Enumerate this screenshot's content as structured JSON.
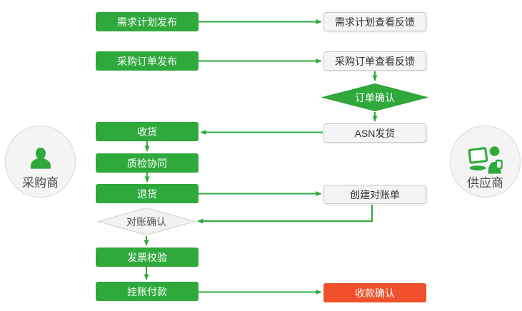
{
  "palette": {
    "green": "#2FA93C",
    "red": "#F0502B",
    "box_bg": "#F4F4F4",
    "box_border": "#C9C9C9",
    "text_dark": "#333333",
    "circle_bg": "#F4F4F4",
    "circle_border": "#D8D8D8",
    "actor_text": "#4A4A4A"
  },
  "actors": {
    "buyer": {
      "label": "采购商",
      "icon": "person-icon"
    },
    "supplier": {
      "label": "供应商",
      "icon": "person-with-laptop-icon"
    }
  },
  "nodes": {
    "demand_plan_publish": {
      "label": "需求计划发布",
      "type": "process-green",
      "actor": "buyer"
    },
    "demand_plan_feedback": {
      "label": "需求计划查看反馈",
      "type": "process-white",
      "actor": "supplier"
    },
    "po_publish": {
      "label": "采购订单发布",
      "type": "process-green",
      "actor": "buyer"
    },
    "po_feedback": {
      "label": "采购订单查看反馈",
      "type": "process-white",
      "actor": "supplier"
    },
    "order_confirm": {
      "label": "订单确认",
      "type": "decision-green",
      "actor": "supplier"
    },
    "asn_ship": {
      "label": "ASN发货",
      "type": "process-white",
      "actor": "supplier"
    },
    "receive": {
      "label": "收货",
      "type": "process-green",
      "actor": "buyer"
    },
    "quality_sync": {
      "label": "质检协同",
      "type": "process-green",
      "actor": "buyer"
    },
    "return_goods": {
      "label": "退货",
      "type": "process-green",
      "actor": "buyer"
    },
    "create_statement": {
      "label": "创建对账单",
      "type": "process-white",
      "actor": "supplier"
    },
    "statement_confirm": {
      "label": "对账确认",
      "type": "decision-white",
      "actor": "buyer"
    },
    "invoice_check": {
      "label": "发票校验",
      "type": "process-green",
      "actor": "buyer"
    },
    "book_payment": {
      "label": "挂账付款",
      "type": "process-green",
      "actor": "buyer"
    },
    "receipt_confirm": {
      "label": "收款确认",
      "type": "process-red",
      "actor": "supplier"
    }
  },
  "edges": [
    {
      "from": "demand_plan_publish",
      "to": "demand_plan_feedback",
      "direction": "right"
    },
    {
      "from": "po_publish",
      "to": "po_feedback",
      "direction": "right"
    },
    {
      "from": "po_feedback",
      "to": "order_confirm",
      "direction": "down"
    },
    {
      "from": "order_confirm",
      "to": "asn_ship",
      "direction": "down"
    },
    {
      "from": "asn_ship",
      "to": "receive",
      "direction": "left"
    },
    {
      "from": "receive",
      "to": "quality_sync",
      "direction": "down"
    },
    {
      "from": "quality_sync",
      "to": "return_goods",
      "direction": "down"
    },
    {
      "from": "return_goods",
      "to": "create_statement",
      "direction": "right"
    },
    {
      "from": "create_statement",
      "to": "statement_confirm",
      "direction": "down-left-elbow"
    },
    {
      "from": "statement_confirm",
      "to": "invoice_check",
      "direction": "down"
    },
    {
      "from": "invoice_check",
      "to": "book_payment",
      "direction": "down"
    },
    {
      "from": "book_payment",
      "to": "receipt_confirm",
      "direction": "right"
    }
  ]
}
